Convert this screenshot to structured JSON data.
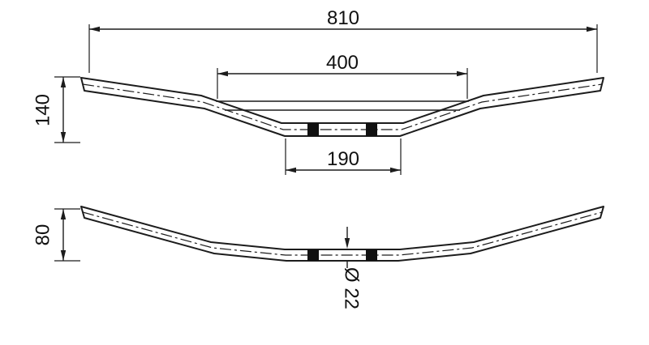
{
  "colors": {
    "line": "#1c1c1c",
    "background": "#ffffff",
    "clamp_mark": "#111111"
  },
  "dimensions": {
    "overall_width": "810",
    "upper_width": "400",
    "rise_height": "140",
    "clamp_width": "190",
    "end_rise": "80",
    "tube_diameter": "Ø 22"
  }
}
